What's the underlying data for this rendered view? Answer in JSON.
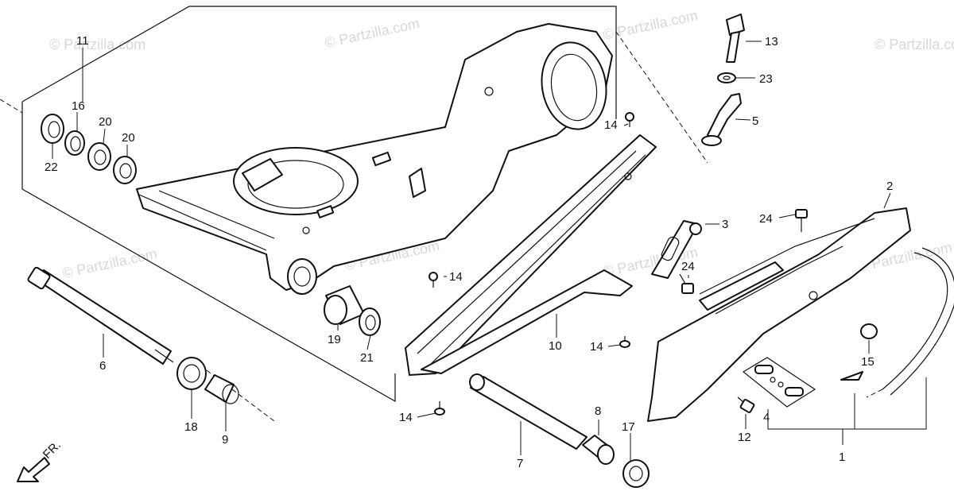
{
  "watermark": "© Partzilla.com",
  "front_marker": "FR.",
  "callouts": [
    {
      "id": "c1",
      "label": "1"
    },
    {
      "id": "c2",
      "label": "2"
    },
    {
      "id": "c3",
      "label": "3"
    },
    {
      "id": "c4",
      "label": "4"
    },
    {
      "id": "c5",
      "label": "5"
    },
    {
      "id": "c6",
      "label": "6"
    },
    {
      "id": "c7",
      "label": "7"
    },
    {
      "id": "c8",
      "label": "8"
    },
    {
      "id": "c9",
      "label": "9"
    },
    {
      "id": "c10",
      "label": "10"
    },
    {
      "id": "c11",
      "label": "11"
    },
    {
      "id": "c12",
      "label": "12"
    },
    {
      "id": "c13",
      "label": "13"
    },
    {
      "id": "c14a",
      "label": "14"
    },
    {
      "id": "c14b",
      "label": "14"
    },
    {
      "id": "c14c",
      "label": "14"
    },
    {
      "id": "c14d",
      "label": "14"
    },
    {
      "id": "c15",
      "label": "15"
    },
    {
      "id": "c16",
      "label": "16"
    },
    {
      "id": "c17",
      "label": "17"
    },
    {
      "id": "c18",
      "label": "18"
    },
    {
      "id": "c19",
      "label": "19"
    },
    {
      "id": "c20a",
      "label": "20"
    },
    {
      "id": "c20b",
      "label": "20"
    },
    {
      "id": "c21",
      "label": "21"
    },
    {
      "id": "c22",
      "label": "22"
    },
    {
      "id": "c23",
      "label": "23"
    },
    {
      "id": "c24a",
      "label": "24"
    },
    {
      "id": "c24b",
      "label": "24"
    }
  ]
}
